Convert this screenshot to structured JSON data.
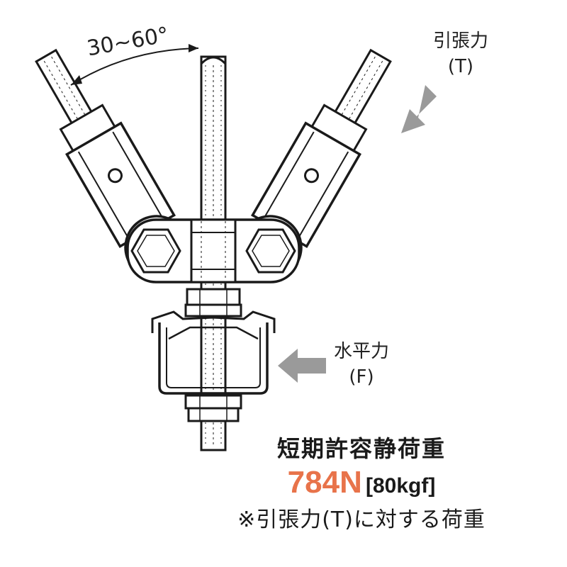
{
  "angle_label": "30~60°",
  "tension": {
    "name": "引張力",
    "symbol": "(T)"
  },
  "horizontal": {
    "name": "水平力",
    "symbol": "(F)"
  },
  "load": {
    "title": "短期許容静荷重",
    "value": "784N",
    "value_kgf": "[80kgf]",
    "note": "※引張力(T)に対する荷重"
  },
  "colors": {
    "accent": "#E8734A",
    "arrow": "#9A9A9A",
    "line": "#1a1a1a"
  }
}
